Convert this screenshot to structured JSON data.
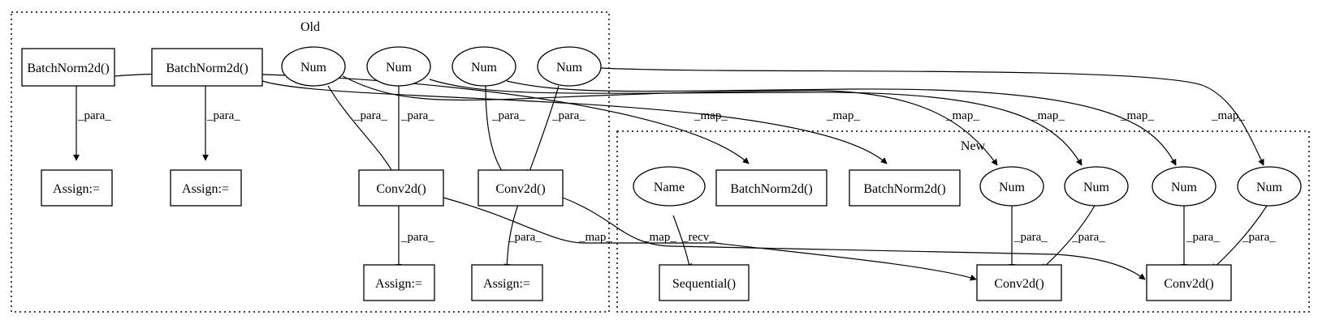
{
  "clusters": {
    "old": {
      "title": "Old"
    },
    "new": {
      "title": "New"
    }
  },
  "nodes": {
    "old_bn1": "BatchNorm2d()",
    "old_bn2": "BatchNorm2d()",
    "old_num1": "Num",
    "old_num2": "Num",
    "old_num3": "Num",
    "old_num4": "Num",
    "old_assign1": "Assign:=",
    "old_assign2": "Assign:=",
    "old_conv1": "Conv2d()",
    "old_conv2": "Conv2d()",
    "old_assign3": "Assign:=",
    "old_assign4": "Assign:=",
    "new_name": "Name",
    "new_bn1": "BatchNorm2d()",
    "new_bn2": "BatchNorm2d()",
    "new_num1": "Num",
    "new_num2": "Num",
    "new_num3": "Num",
    "new_num4": "Num",
    "new_seq": "Sequential()",
    "new_conv1": "Conv2d()",
    "new_conv2": "Conv2d()"
  },
  "edge_labels": {
    "para": "_para_",
    "map": "_map_",
    "recv": "_recv_"
  }
}
